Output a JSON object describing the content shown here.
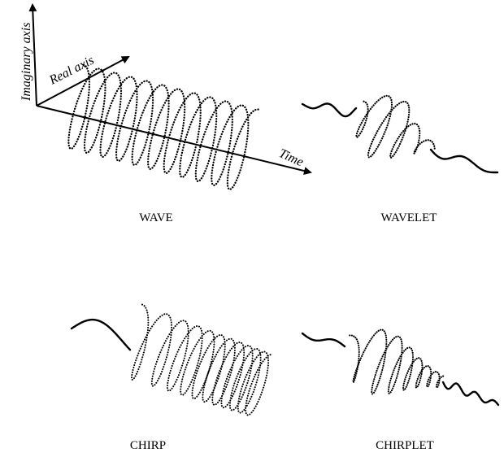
{
  "axes": {
    "imaginary_label": "Imaginary axis",
    "real_label": "Real axis",
    "time_label": "Time"
  },
  "panels": {
    "wave": {
      "caption": "WAVE"
    },
    "wavelet": {
      "caption": "WAVELET"
    },
    "chirp": {
      "caption": "CHIRP"
    },
    "chirplet": {
      "caption": "CHIRPLET"
    }
  },
  "colors": {
    "ink": "#000000",
    "background": "#ffffff"
  }
}
